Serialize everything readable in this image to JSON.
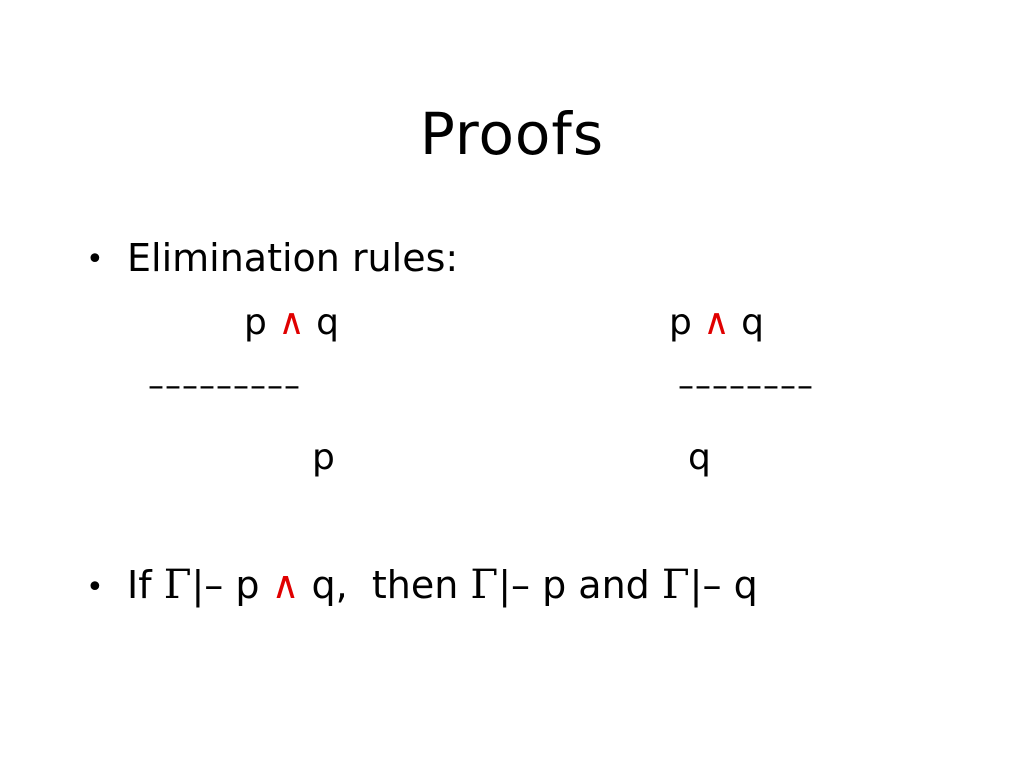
{
  "slide": {
    "title": "Proofs",
    "bullets": {
      "b1": {
        "dot": "•",
        "text": "Elimination rules:"
      },
      "b2": {
        "dot": "•"
      }
    },
    "rules": {
      "left": {
        "p": "p",
        "and": "∧",
        "q": "q",
        "line": "–––––––––",
        "result": "p"
      },
      "right": {
        "p": "p",
        "and": "∧",
        "q": "q",
        "line": "––––––––",
        "result": "q"
      }
    },
    "statement": {
      "if": "If",
      "gamma1": "Γ",
      "turnstile1": "|–",
      "p1": "p",
      "and": "∧",
      "q1": "q,",
      "then": "then",
      "gamma2": "Γ",
      "turnstile2": "|–",
      "p2": "p and",
      "gamma3": "Γ",
      "turnstile3": "|–",
      "q2": "q"
    },
    "colors": {
      "connective": "#e00000"
    }
  }
}
